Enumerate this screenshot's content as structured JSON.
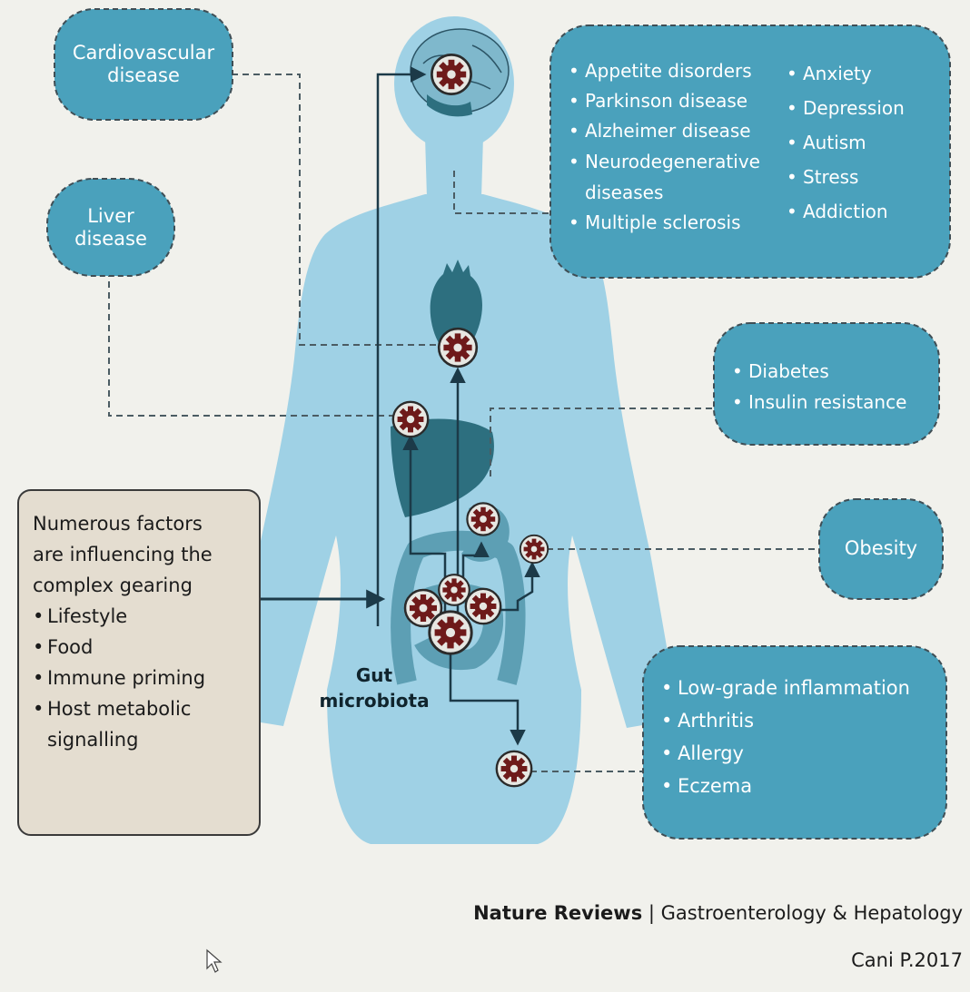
{
  "boxes": {
    "cardiovascular": "Cardiovascular disease",
    "liver": "Liver disease",
    "brain_col1": [
      "Appetite disorders",
      "Parkinson disease",
      "Alzheimer disease",
      "Neurodegenerative diseases",
      "Multiple sclerosis"
    ],
    "brain_col2": [
      "Anxiety",
      "Depression",
      "Autism",
      "Stress",
      "Addiction"
    ],
    "metabolic": [
      "Diabetes",
      "Insulin resistance"
    ],
    "obesity": "Obesity",
    "inflammation": [
      "Low-grade inflammation",
      "Arthritis",
      "Allergy",
      "Eczema"
    ]
  },
  "factors": {
    "intro": "Numerous factors are influencing the complex gearing",
    "items": [
      "Lifestyle",
      "Food",
      "Immune priming",
      "Host metabolic signalling"
    ]
  },
  "gut_label": "Gut microbiota",
  "source": {
    "journal": "Nature Reviews",
    "separator": "|",
    "subtitle": "Gastroenterology & Hepatology"
  },
  "citation": "Cani P.2017",
  "icons": {
    "gear": "gear-icon",
    "cursor": "mouse-cursor-icon"
  },
  "colors": {
    "box_fill": "#4aa1bc",
    "body_fill": "#9fd1e5",
    "organ_fill": "#2d6f7f",
    "gear_color": "#7a1c1c",
    "factors_fill": "#e4ddd0"
  }
}
